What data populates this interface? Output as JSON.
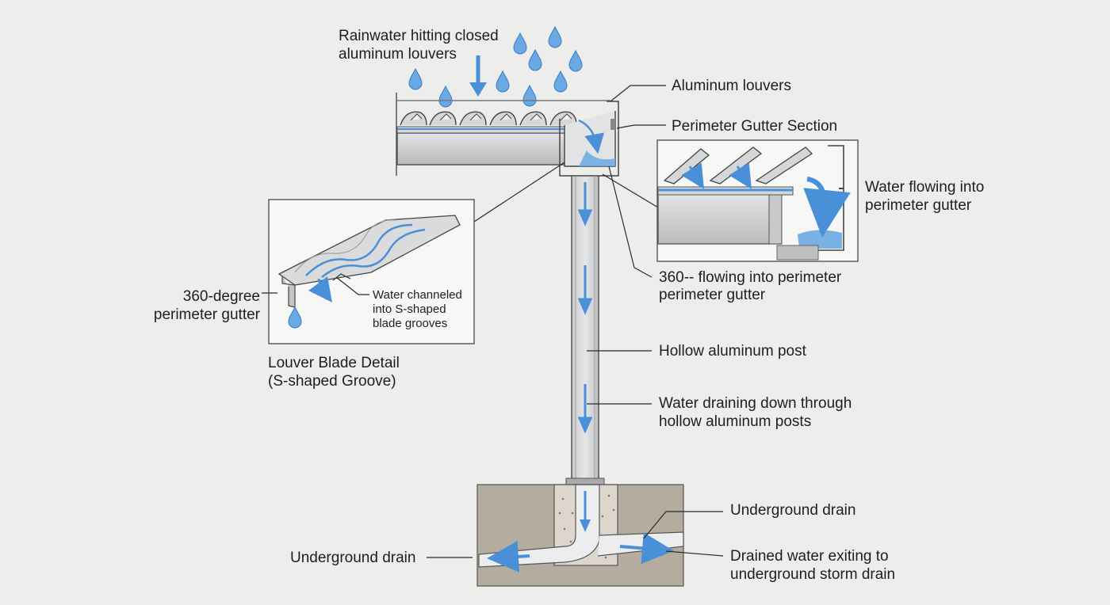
{
  "diagram": {
    "title": "",
    "colors": {
      "background": "#ededeb",
      "water": "#4a90d9",
      "aluminum": "#cfd1d3",
      "concrete": "#dcd6cc",
      "soil": "#b5aca0",
      "text": "#1e1e1e"
    },
    "labels": {
      "rain_line1": "Rainwater hitting closed",
      "rain_line2": "aluminum louvers",
      "louvers": "Aluminum louvers",
      "gutter_section": "Perimeter Gutter Section",
      "flow_line1": "Water flowing into",
      "flow_line2": "perimeter gutter",
      "flow360_line1": "360-- flowing into perimeter",
      "flow360_line2": "perimeter gutter",
      "post": "Hollow aluminum post",
      "drain_post_line1": "Water draining down through",
      "drain_post_line2": "hollow aluminum posts",
      "gutter360_line1": "360-degree",
      "gutter360_line2": "perimeter gutter",
      "channel_line1": "Water channeled",
      "channel_line2": "into S-shaped",
      "channel_line3": "blade grooves",
      "detail_line1": "Louver Blade Detail",
      "detail_line2": "(S-shaped Groove)",
      "underground_right": "Underground drain",
      "underground_left": "Underground drain",
      "exit_line1": "Drained water exiting to",
      "exit_line2": "underground storm drain"
    }
  }
}
